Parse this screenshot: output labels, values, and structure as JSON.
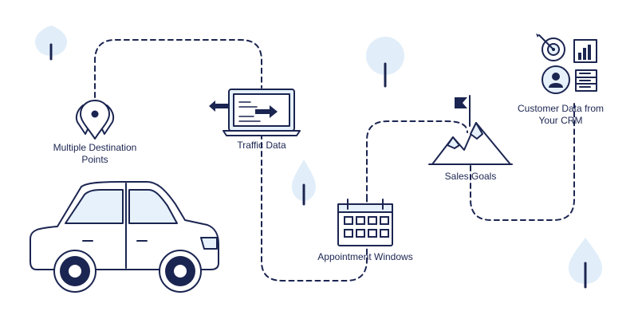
{
  "colors": {
    "navy": "#1b2551",
    "tree": "#e1eef9",
    "fill": "#e6f1fb",
    "white": "#ffffff"
  },
  "labels": {
    "destinations_line1": "Multiple Destination",
    "destinations_line2": "Points",
    "traffic": "Traffic Data",
    "appointments": "Appointment Windows",
    "sales": "Sales Goals",
    "customer_line1": "Customer Data from",
    "customer_line2": "Your CRM"
  },
  "icons": [
    "map-pin-icon",
    "laptop-icon",
    "calendar-icon",
    "mountain-flag-icon",
    "target-icon",
    "bar-chart-icon",
    "user-icon",
    "server-icon",
    "car-icon",
    "tree-icon"
  ]
}
